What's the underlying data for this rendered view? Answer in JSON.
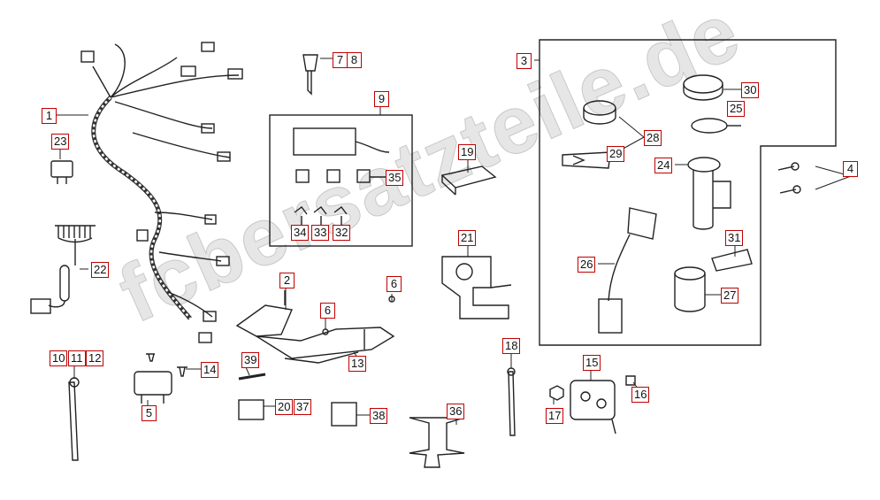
{
  "watermark": "fcbersatzteile.de",
  "labels": {
    "l1": "1",
    "l2": "2",
    "l3": "3",
    "l4": "4",
    "l5": "5",
    "l6a": "6",
    "l6b": "6",
    "l7": "7",
    "l8": "8",
    "l9": "9",
    "l10": "10",
    "l11": "11",
    "l12": "12",
    "l13": "13",
    "l14": "14",
    "l15": "15",
    "l16": "16",
    "l17": "17",
    "l18": "18",
    "l19": "19",
    "l20": "20",
    "l21": "21",
    "l22": "22",
    "l23": "23",
    "l24": "24",
    "l25": "25",
    "l26": "26",
    "l27": "27",
    "l28": "28",
    "l29": "29",
    "l30": "30",
    "l31": "31",
    "l32": "32",
    "l33": "33",
    "l34": "34",
    "l35": "35",
    "l36": "36",
    "l37": "37",
    "l38": "38",
    "l39": "39"
  },
  "colors": {
    "label_border": "#c00000",
    "line": "#222222"
  }
}
